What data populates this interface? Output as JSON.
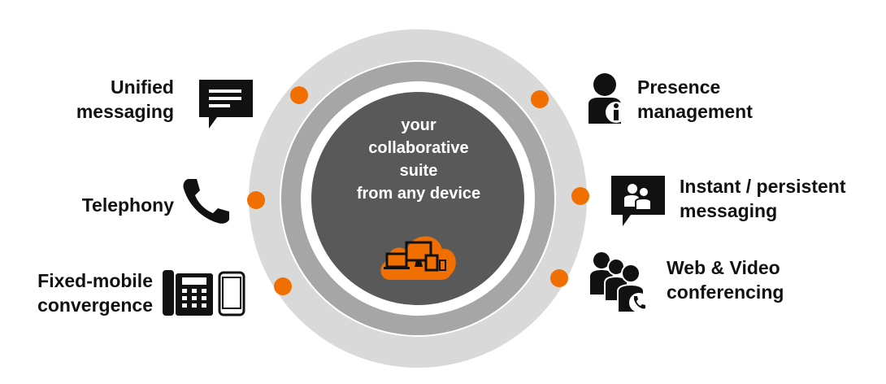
{
  "center": {
    "lines": [
      "your",
      "collaborative",
      "suite",
      "from any device"
    ]
  },
  "features": {
    "unified_messaging": [
      "Unified",
      "messaging"
    ],
    "telephony": [
      "Telephony"
    ],
    "fixed_mobile": [
      "Fixed-mobile",
      "convergence"
    ],
    "presence": [
      "Presence",
      "management"
    ],
    "instant": [
      "Instant / persistent",
      "messaging"
    ],
    "web_video": [
      "Web & Video",
      "conferencing"
    ]
  },
  "colors": {
    "accent": "#f16e00",
    "outer_ring": "#d9d9d9",
    "inner_ring": "#a6a6a6",
    "core": "#595959",
    "text": "#111111"
  }
}
